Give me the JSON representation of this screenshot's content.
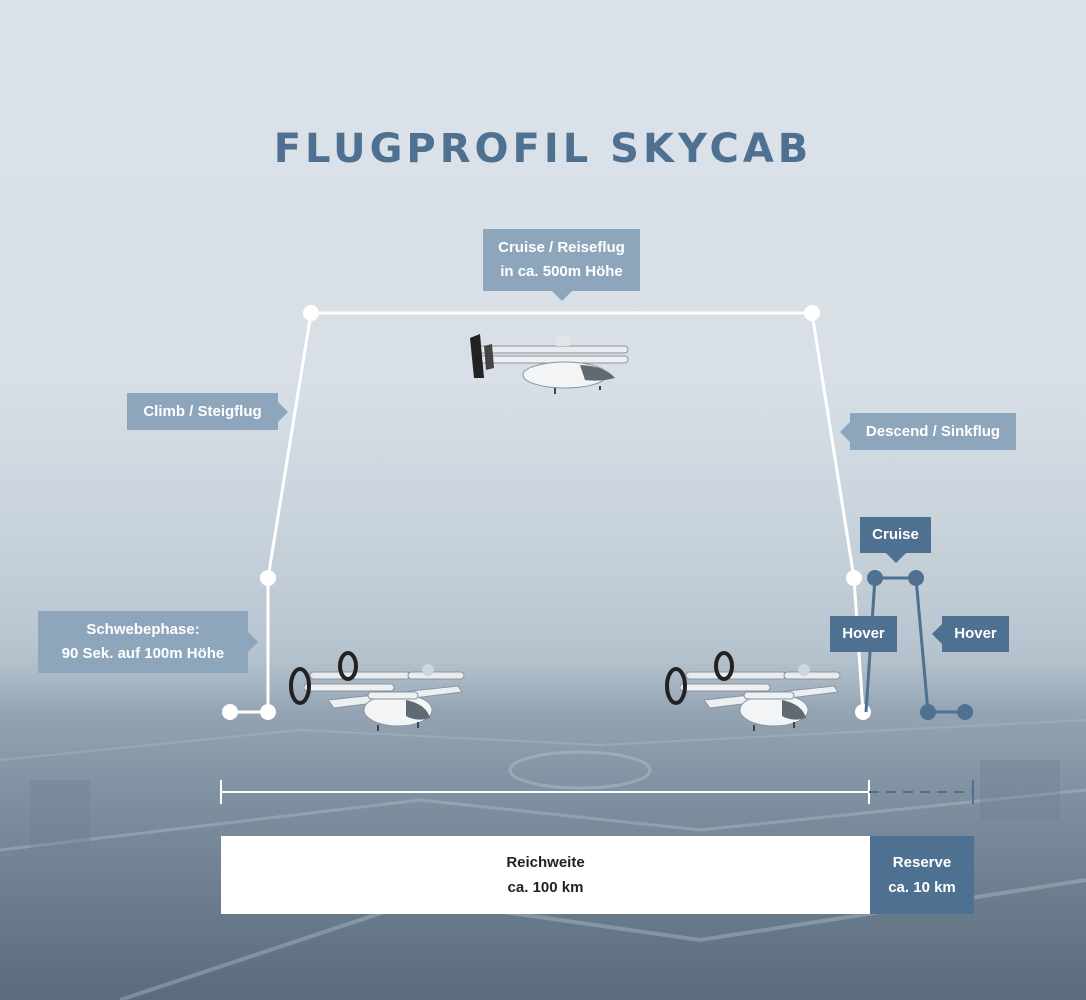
{
  "title": "FLUGPROFIL SKYCAB",
  "labels": {
    "cruise_line1": "Cruise / Reiseflug",
    "cruise_line2": "in ca. 500m Höhe",
    "climb": "Climb / Steigflug",
    "descend": "Descend / Sinkflug",
    "hover_line1": "Schwebephase:",
    "hover_line2": "90 Sek. auf 100m Höhe",
    "reserve_cruise": "Cruise",
    "reserve_hover_left": "Hover",
    "reserve_hover_right": "Hover"
  },
  "range": {
    "main_line1": "Reichweite",
    "main_line2": "ca. 100 km",
    "reserve_line1": "Reserve",
    "reserve_line2": "ca. 10 km"
  },
  "colors": {
    "title": "#4f7191",
    "callout_light": "#8ea6bc",
    "callout_dark": "#4f7191",
    "path": "#ffffff",
    "reserve_path": "#4f7191"
  },
  "icons": [
    "aircraft-cruise-icon",
    "aircraft-takeoff-icon",
    "aircraft-landing-icon"
  ]
}
